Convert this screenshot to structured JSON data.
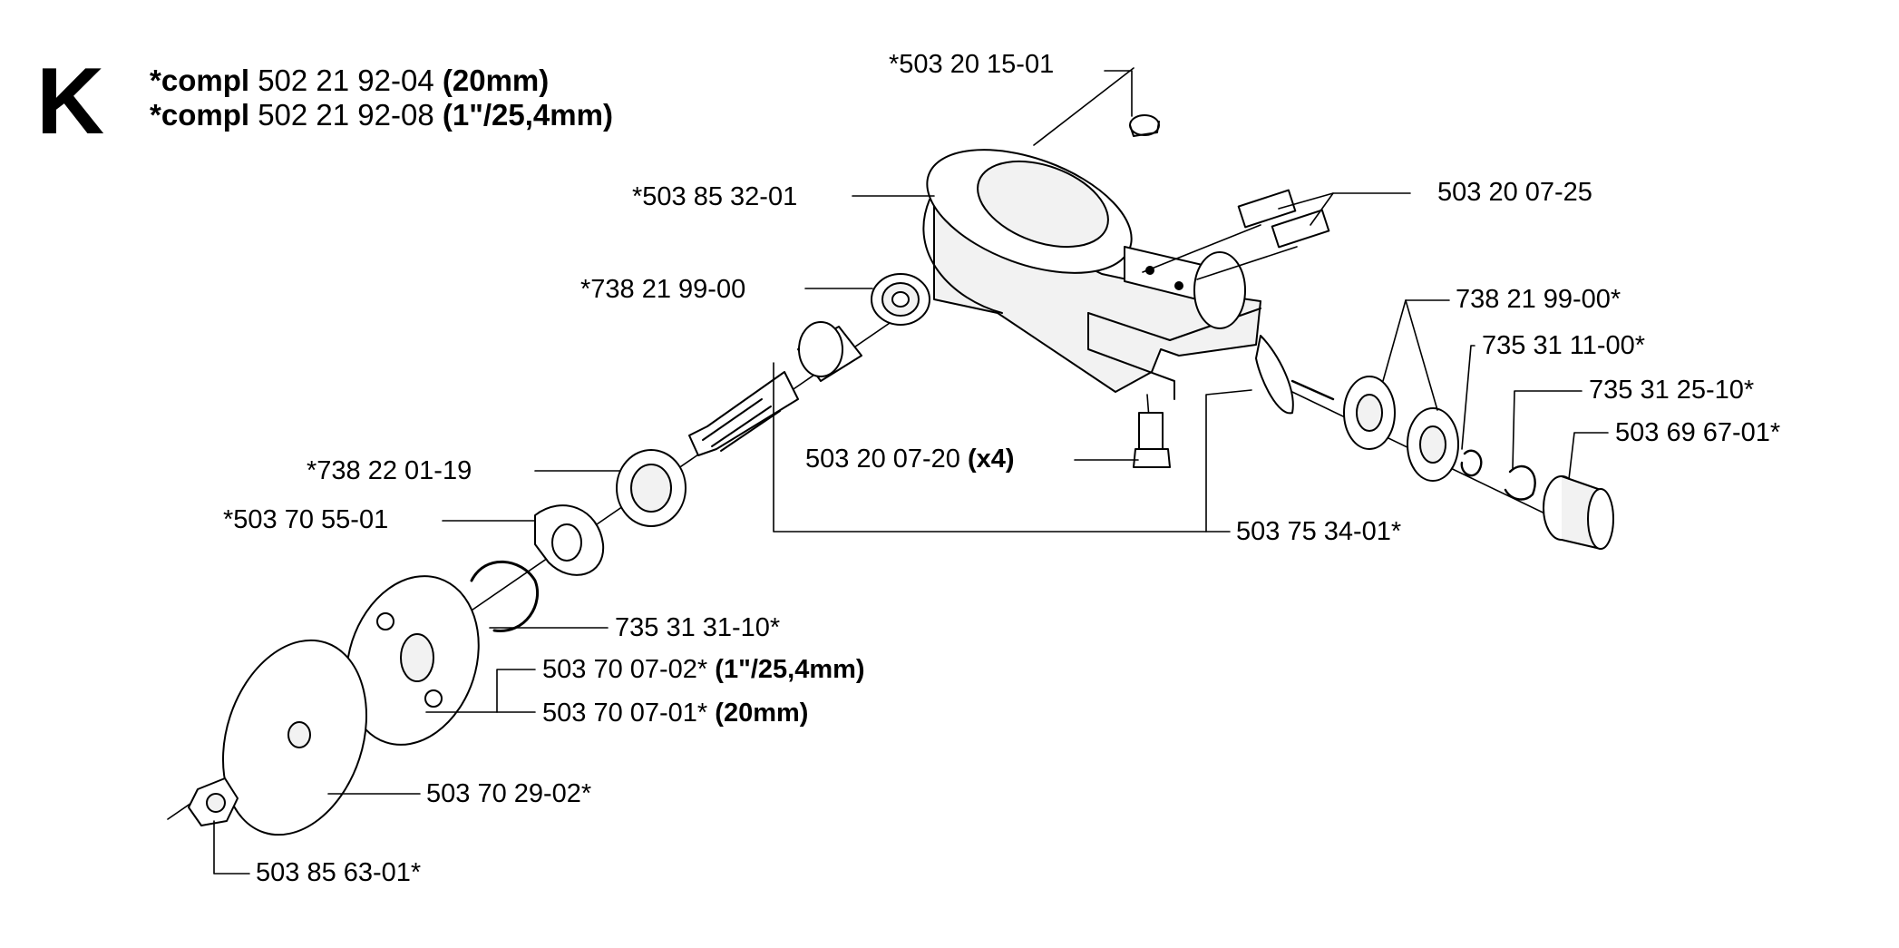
{
  "section": {
    "letter": "K",
    "compl_1": {
      "prefix": "*compl",
      "number": "502 21 92-04",
      "size": "(20mm)"
    },
    "compl_2": {
      "prefix": "*compl",
      "number": "502 21 92-08",
      "size": "(1\"/25,4mm)"
    }
  },
  "parts": {
    "p01": {
      "number": "*503 20 15-01"
    },
    "p02": {
      "number": "*503 85 32-01"
    },
    "p03": {
      "number": "503 20 07-25"
    },
    "p04": {
      "number": "*738 21 99-00"
    },
    "p05": {
      "number": "738 21 99-00*"
    },
    "p06": {
      "number": "735 31 11-00*"
    },
    "p07": {
      "number": "735 31 25-10*"
    },
    "p08": {
      "number": "503 69 67-01*"
    },
    "p09": {
      "number": "503 20 07-20",
      "qty": "(x4)"
    },
    "p10": {
      "number": "*738 22 01-19"
    },
    "p11": {
      "number": "*503 70 55-01"
    },
    "p12": {
      "number": "503 75 34-01*"
    },
    "p13": {
      "number": "735 31 31-10*"
    },
    "p14": {
      "number": "503 70 07-02*",
      "size": "(1\"/25,4mm)"
    },
    "p15": {
      "number": "503 70 07-01*",
      "size": "(20mm)"
    },
    "p16": {
      "number": "503 70 29-02*"
    },
    "p17": {
      "number": "503 85 63-01*"
    }
  },
  "colors": {
    "ink": "#000000",
    "paper": "#ffffff",
    "shade": "#f2f2f2"
  }
}
